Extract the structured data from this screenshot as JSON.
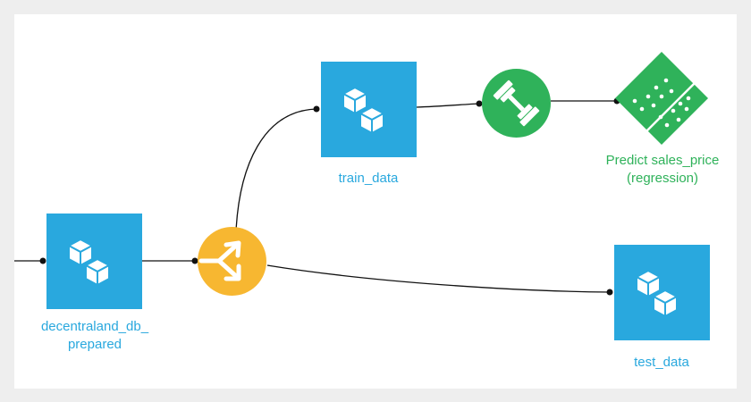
{
  "flow": {
    "datasets": {
      "source": {
        "label_line1": "decentraland_db_",
        "label_line2": "prepared",
        "icon": "stacked-cubes-icon"
      },
      "train": {
        "label": "train_data",
        "icon": "stacked-cubes-icon"
      },
      "test": {
        "label": "test_data",
        "icon": "stacked-cubes-icon"
      }
    },
    "recipes": {
      "split": {
        "icon": "split-arrows-icon",
        "color": "#f7b731"
      },
      "train": {
        "icon": "dumbbell-icon",
        "color": "#2fb25a"
      }
    },
    "model": {
      "label_line1": "Predict sales_price",
      "label_line2": "(regression)",
      "icon": "scatter-split-icon",
      "color": "#2fb25a"
    },
    "colors": {
      "dataset": "#29a8de",
      "background": "#ffffff",
      "frame": "#eeeeee",
      "edge": "#111111"
    }
  }
}
